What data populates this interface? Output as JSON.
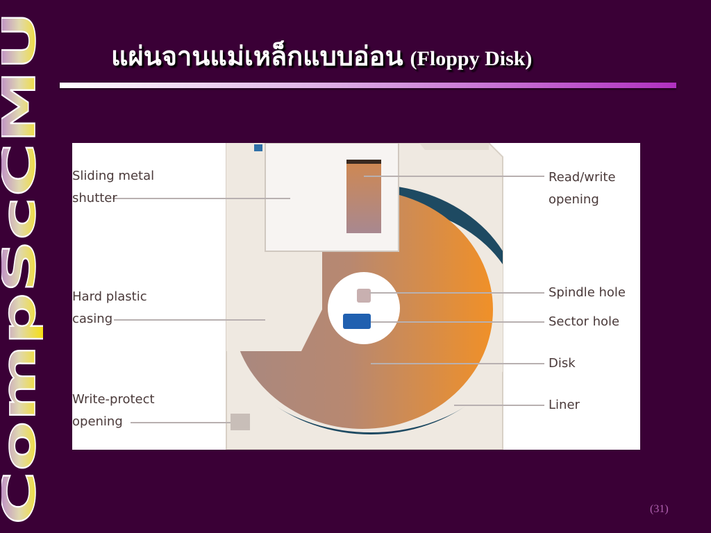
{
  "slide": {
    "title_thai": "แผ่นจานแม่เหล็กแบบอ่อน",
    "title_en": "(Floppy Disk)",
    "page_number": "(31)",
    "side_logo": "CompScCMU"
  },
  "figure": {
    "labels": {
      "sliding_shutter": "Sliding metal\nshutter",
      "hard_casing": "Hard plastic\ncasing",
      "write_protect": "Write-protect\nopening",
      "read_write": "Read/write\nopening",
      "spindle_hole": "Spindle hole",
      "sector_hole": "Sector hole",
      "disk": "Disk",
      "liner": "Liner"
    }
  },
  "colors": {
    "background": "#3a0036",
    "disk_orange": "#e8902f",
    "disk_mauve": "#a08078",
    "liner": "#1e4a62",
    "sector_blue": "#2060b0"
  }
}
